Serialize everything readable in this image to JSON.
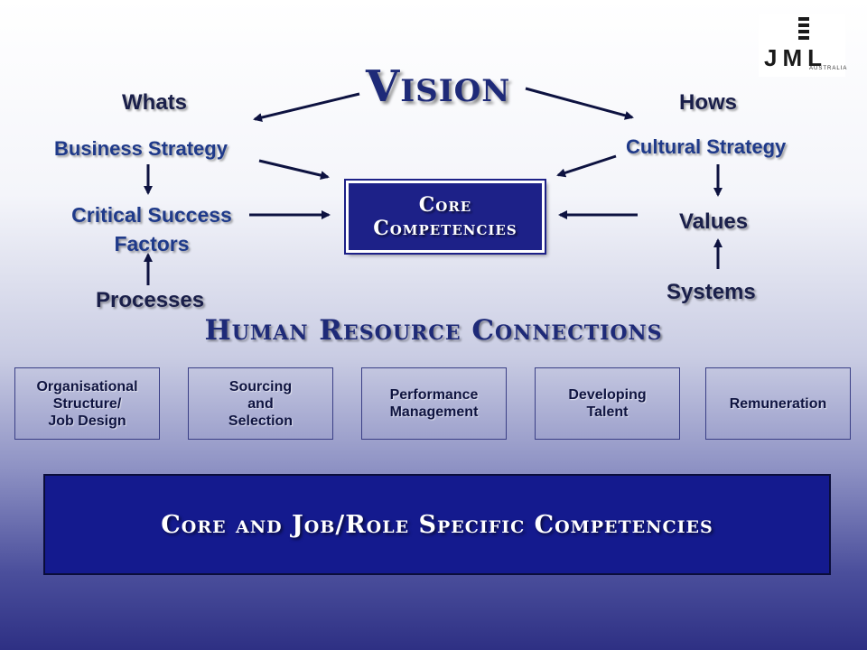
{
  "title": "Vision",
  "left": {
    "heading": "Whats",
    "strategy": "Business Strategy",
    "csf_line1": "Critical Success",
    "csf_line2": "Factors",
    "processes": "Processes"
  },
  "right": {
    "heading": "Hows",
    "strategy": "Cultural Strategy",
    "values": "Values",
    "systems": "Systems"
  },
  "core": {
    "line1": "Core",
    "line2": "Competencies"
  },
  "hr": {
    "title": "Human Resource Connections",
    "boxes": [
      "Organisational\nStructure/\nJob Design",
      "Sourcing\nand\nSelection",
      "Performance\nManagement",
      "Developing\nTalent",
      "Remuneration"
    ]
  },
  "bottom": "Core and Job/Role Specific Competencies",
  "logo": {
    "word": "JML",
    "sub": "AUSTRALIA"
  },
  "colors": {
    "accent_dark": "#1e2a78",
    "core_box": "#1d2188",
    "bottom_box": "#141a8e"
  }
}
